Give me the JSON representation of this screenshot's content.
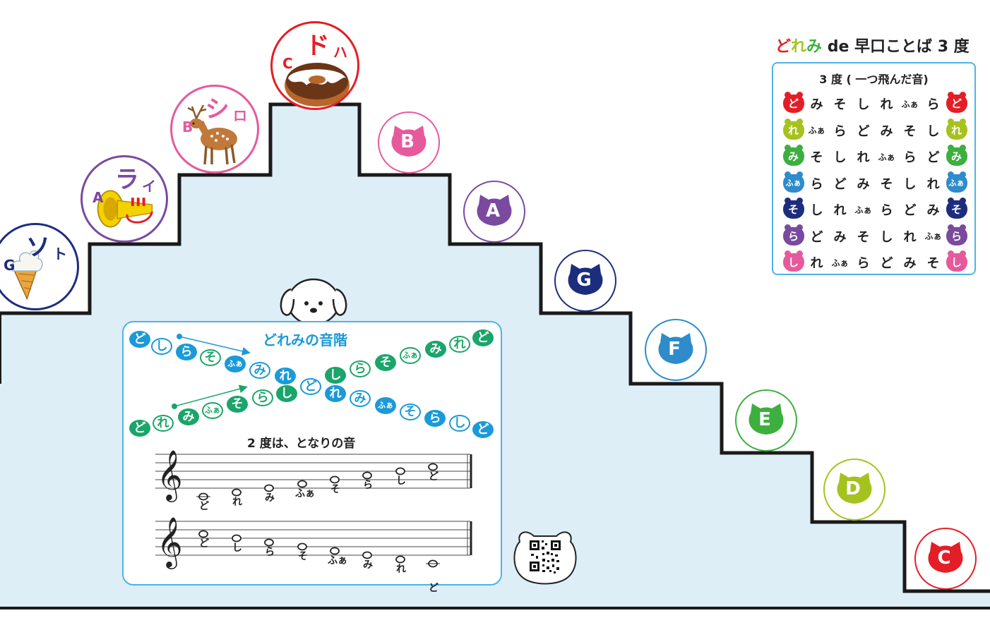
{
  "page": {
    "title_do": "どれみ",
    "title_rest": " de 早口ことば 3 度"
  },
  "table": {
    "header": "3 度 ( 一つ飛んだ音)",
    "rows": [
      {
        "badge": "ど",
        "color": "#e41e26",
        "cells": [
          "み",
          "そ",
          "し",
          "れ",
          "ふぁ",
          "ら"
        ]
      },
      {
        "badge": "れ",
        "color": "#a6c21e",
        "cells": [
          "ふぁ",
          "ら",
          "ど",
          "み",
          "そ",
          "し"
        ]
      },
      {
        "badge": "み",
        "color": "#3daf3f",
        "cells": [
          "そ",
          "し",
          "れ",
          "ふぁ",
          "ら",
          "ど"
        ]
      },
      {
        "badge": "ふぁ",
        "color": "#2e8bcc",
        "cells": [
          "ら",
          "ど",
          "み",
          "そ",
          "し",
          "れ"
        ]
      },
      {
        "badge": "そ",
        "color": "#1d2d7e",
        "cells": [
          "し",
          "れ",
          "ふぁ",
          "ら",
          "ど",
          "み"
        ]
      },
      {
        "badge": "ら",
        "color": "#7a4a9f",
        "cells": [
          "ど",
          "み",
          "そ",
          "し",
          "れ",
          "ふぁ"
        ]
      },
      {
        "badge": "し",
        "color": "#e65a9c",
        "cells": [
          "れ",
          "ふぁ",
          "ら",
          "ど",
          "み",
          "そ"
        ]
      }
    ]
  },
  "medals_up": [
    {
      "letter": "G",
      "kana": "ソ",
      "small": "ト",
      "color": "#1d2d7e",
      "kanaColor": "#1d2d7e",
      "icon": "soft-serve-icon"
    },
    {
      "letter": "A",
      "kana": "ラ",
      "small": "イ",
      "color": "#7a4a9f",
      "kanaColor": "#7a4a9f",
      "icon": "trumpet-icon"
    },
    {
      "letter": "B",
      "kana": "シ",
      "small": "ロ",
      "color": "#e65a9c",
      "kanaColor": "#e65a9c",
      "icon": "deer-icon"
    },
    {
      "letter": "C",
      "kana": "ド",
      "small": "ハ",
      "color": "#e41e26",
      "kanaColor": "#e41e26",
      "icon": "donut-icon"
    }
  ],
  "medals_down": [
    {
      "letter": "B",
      "color": "#e65a9c"
    },
    {
      "letter": "A",
      "color": "#7a4a9f"
    },
    {
      "letter": "G",
      "color": "#1d2d7e"
    },
    {
      "letter": "F",
      "color": "#2e8bcc"
    },
    {
      "letter": "E",
      "color": "#3daf3f"
    },
    {
      "letter": "D",
      "color": "#a6c21e"
    },
    {
      "letter": "C",
      "color": "#e41e26"
    }
  ],
  "panel": {
    "title": "どれみの音階",
    "descending": [
      "ど",
      "し",
      "ら",
      "そ",
      "ふぁ",
      "み",
      "れ",
      "ど"
    ],
    "ascending": [
      "ど",
      "れ",
      "み",
      "ふぁ",
      "そ",
      "ら",
      "し",
      "ど"
    ],
    "subtitle": "2 度は、となりの音",
    "staff1_notes": [
      "ど",
      "れ",
      "み",
      "ふぁ",
      "そ",
      "ら",
      "し",
      "ど"
    ],
    "staff2_notes": [
      "ど",
      "し",
      "ら",
      "そ",
      "ふぁ",
      "み",
      "れ",
      "ど"
    ],
    "clef": "𝄞",
    "qr_icon": "qr-code-icon"
  }
}
